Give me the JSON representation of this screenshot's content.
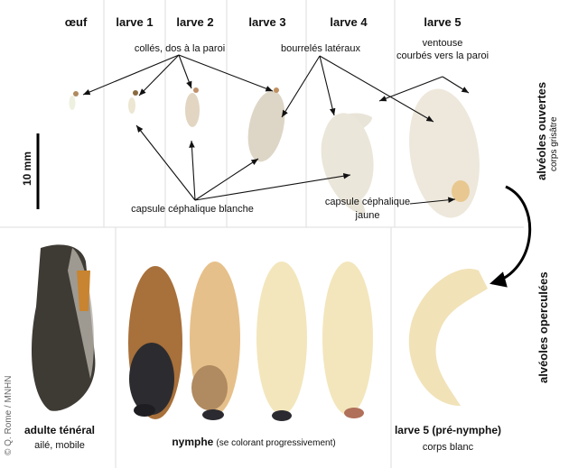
{
  "stages": {
    "egg": "œuf",
    "l1": "larve 1",
    "l2": "larve 2",
    "l3": "larve 3",
    "l4": "larve 4",
    "l5": "larve 5"
  },
  "annotations": {
    "stuck": "collés, dos à la paroi",
    "lateral": "bourrelés latéraux",
    "sucker": "ventouse",
    "curved": "courbés vers la paroi",
    "white_head": "capsule céphalique blanche",
    "yellow_head_1": "capsule céphalique",
    "yellow_head_2": "jaune"
  },
  "scale": "10 mm",
  "side": {
    "open_1": "alvéoles ouvertes",
    "open_2": "corps grisâtre",
    "capped": "alvéoles operculées"
  },
  "bottom": {
    "adult": "adulte ténéral",
    "adult_sub": "ailé, mobile",
    "nymph": "nymphe",
    "nymph_sub": "(se colorant progressivement)",
    "prenymph": "larve 5 (pré-nymphe)",
    "prenymph_sub": "corps blanc"
  },
  "credit": "© Q. Rome / MNHN"
}
